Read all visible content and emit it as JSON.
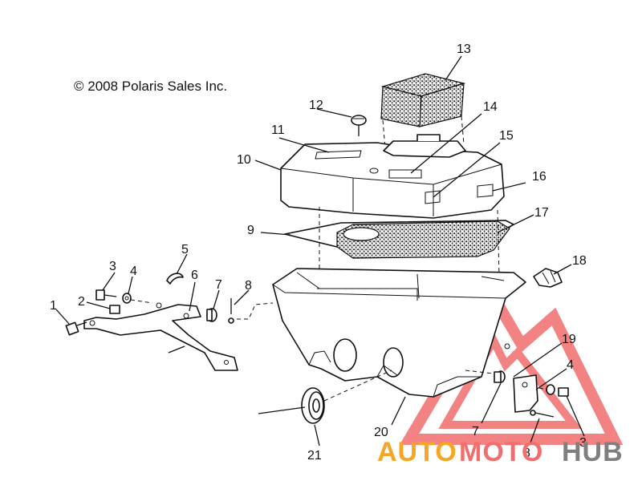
{
  "copyright": "© 2008 Polaris Sales Inc.",
  "callouts": {
    "c1": "1",
    "c2": "2",
    "c3a": "3",
    "c4a": "4",
    "c5": "5",
    "c6": "6",
    "c7a": "7",
    "c8a": "8",
    "c9": "9",
    "c10": "10",
    "c11": "11",
    "c12": "12",
    "c13": "13",
    "c14": "14",
    "c15": "15",
    "c16": "16",
    "c17": "17",
    "c18": "18",
    "c19": "19",
    "c4b": "4",
    "c7b": "7",
    "c3b": "3",
    "c8b": "8",
    "c20": "20",
    "c21": "21"
  },
  "watermark": {
    "part1": "AUTO",
    "part2": "MOTO",
    "part3": "HUB",
    "color_orange": "#f6a623",
    "color_red": "#f26d6d",
    "color_gray": "#7f7f7f"
  }
}
